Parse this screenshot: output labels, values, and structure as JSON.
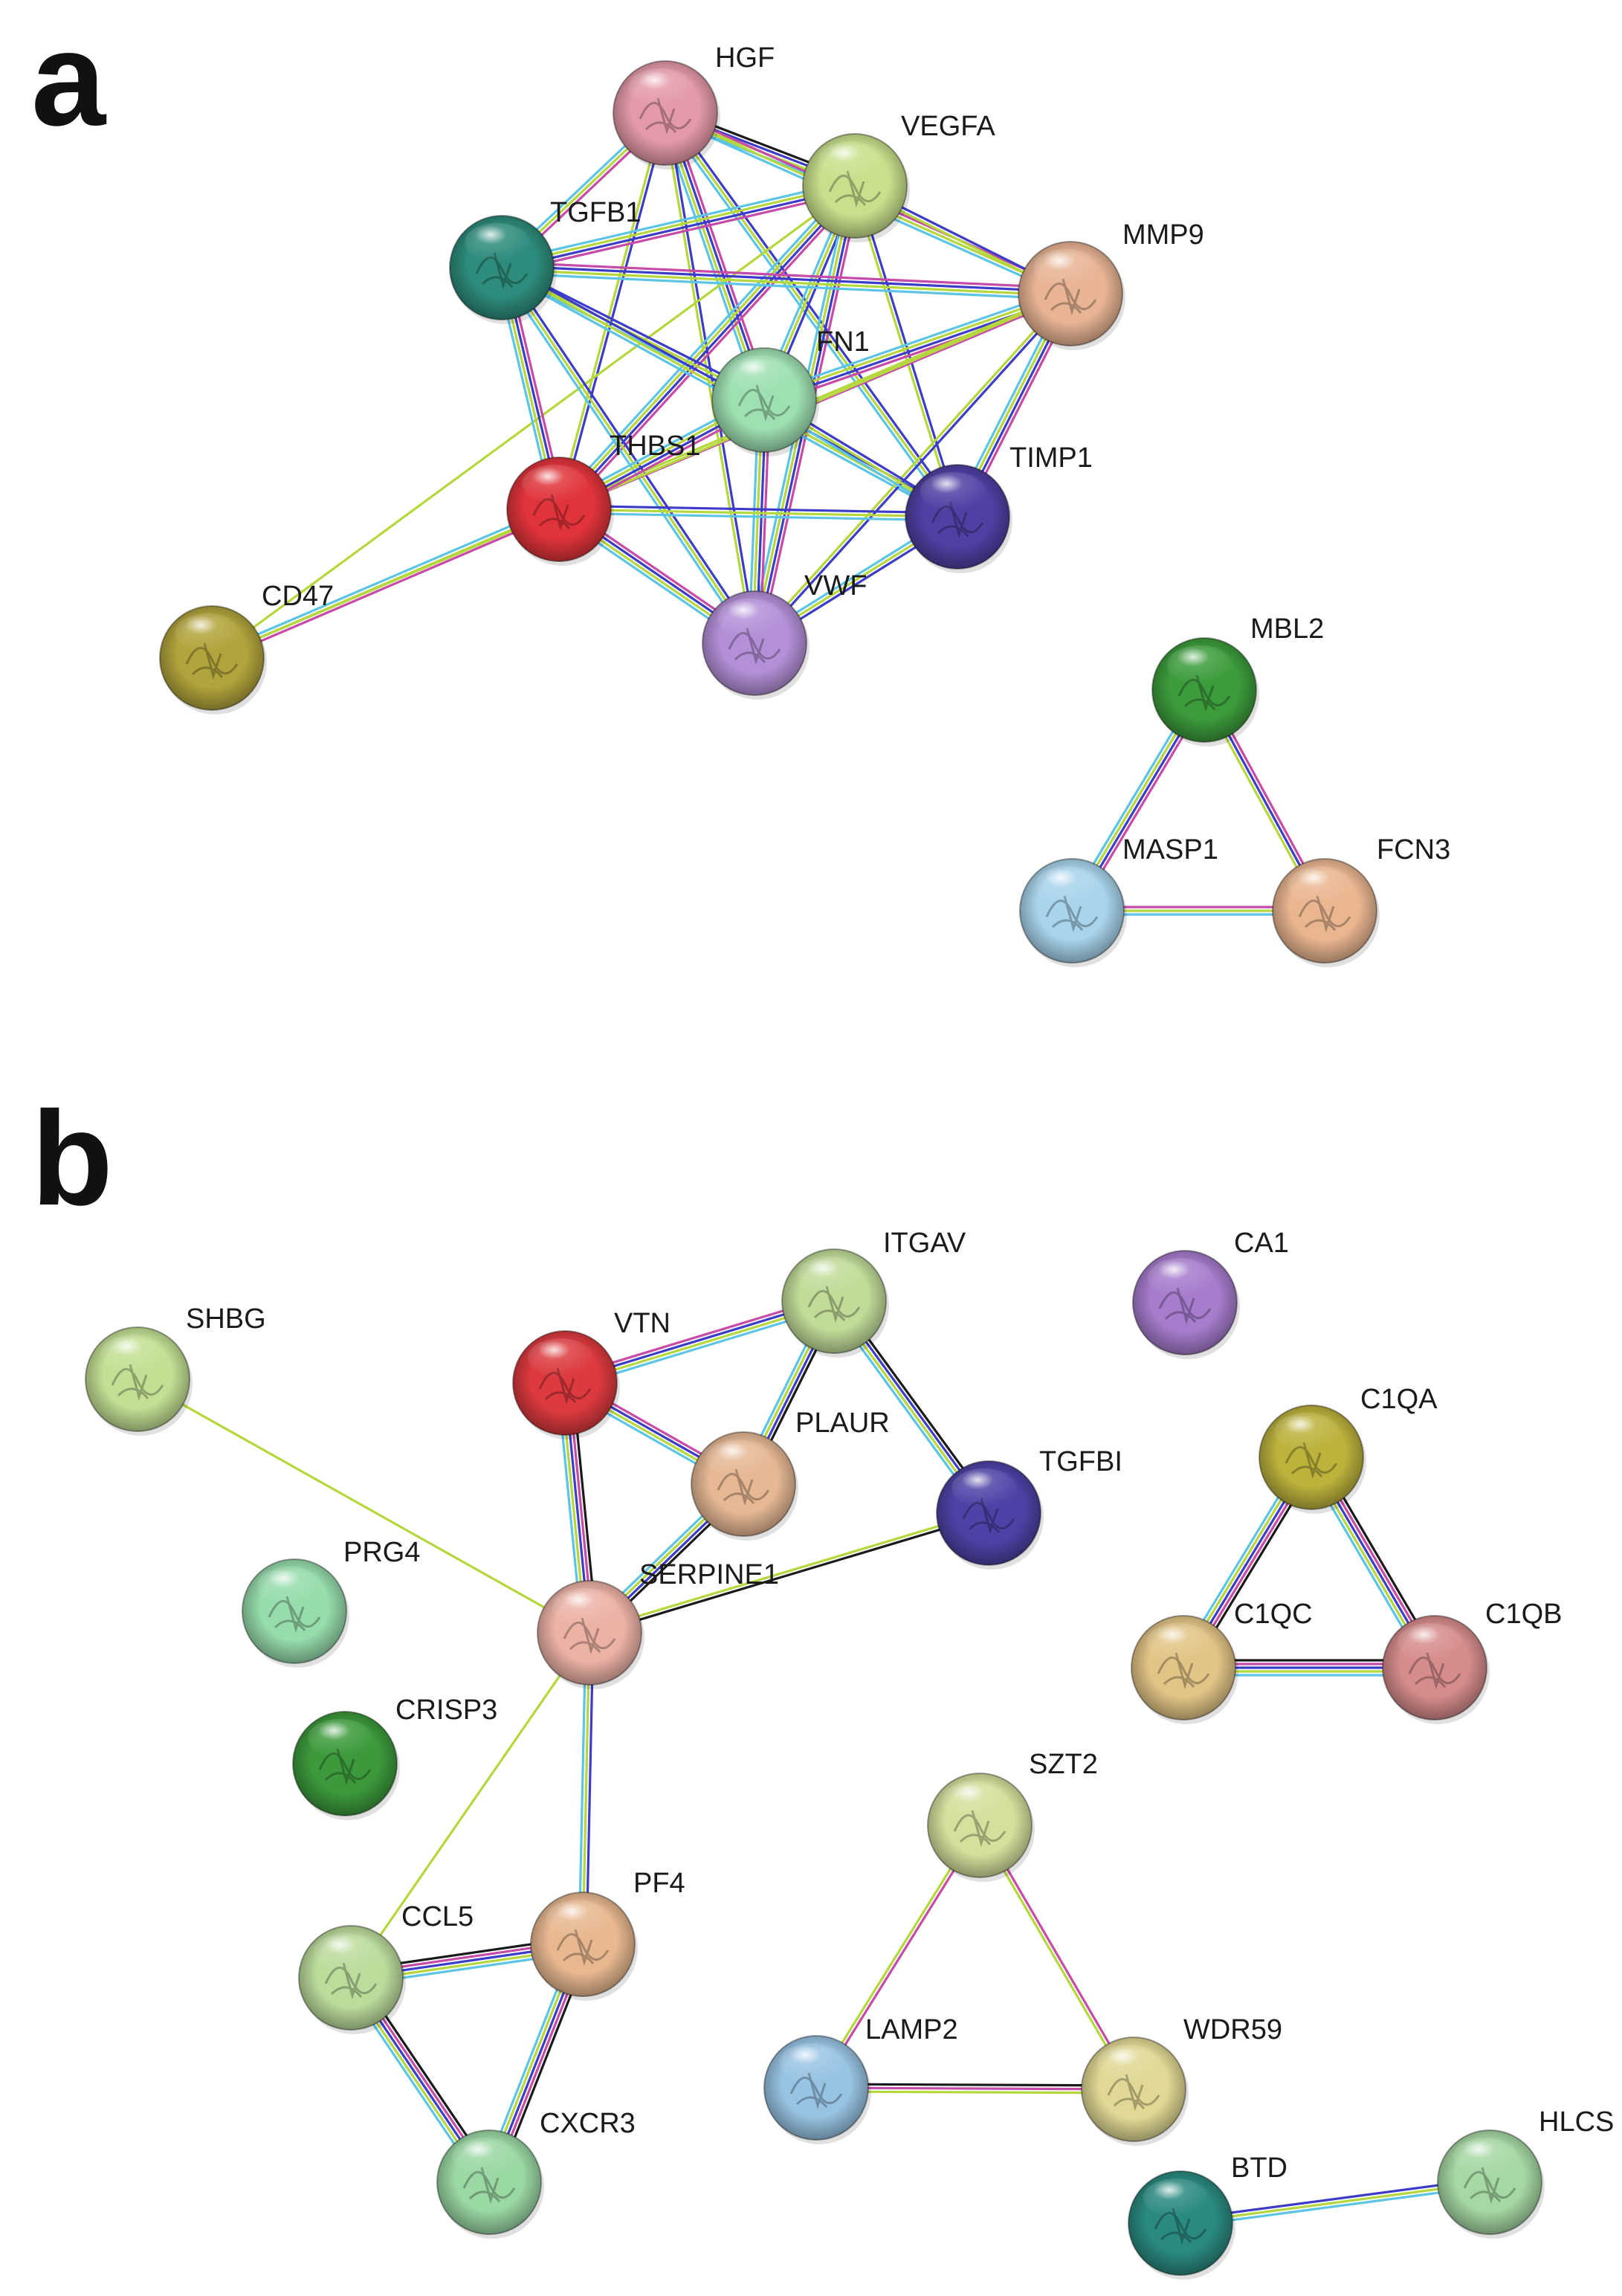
{
  "panels": [
    {
      "letter": "a",
      "nodes": [
        {
          "id": "HGF",
          "label": "HGF",
          "color": "#e49aa8"
        },
        {
          "id": "VEGFA",
          "label": "VEGFA",
          "color": "#c8e08c"
        },
        {
          "id": "TGFB1",
          "label": "TGFB1",
          "color": "#2d8c7c"
        },
        {
          "id": "MMP9",
          "label": "MMP9",
          "color": "#e8b494"
        },
        {
          "id": "FN1",
          "label": "FN1",
          "color": "#9ee0b2"
        },
        {
          "id": "THBS1",
          "label": "THBS1",
          "color": "#e0343a"
        },
        {
          "id": "TIMP1",
          "label": "TIMP1",
          "color": "#5040a4"
        },
        {
          "id": "CD47",
          "label": "CD47",
          "color": "#b2a43c"
        },
        {
          "id": "VWF",
          "label": "VWF",
          "color": "#b490d8"
        },
        {
          "id": "MBL2",
          "label": "MBL2",
          "color": "#3c9c3c"
        },
        {
          "id": "MASP1",
          "label": "MASP1",
          "color": "#a8d4ec"
        },
        {
          "id": "FCN3",
          "label": "FCN3",
          "color": "#eab690"
        }
      ],
      "edges": [
        {
          "a": "HGF",
          "b": "VEGFA",
          "kinds": [
            "known",
            "coexpression",
            "textmining",
            "database"
          ]
        },
        {
          "a": "HGF",
          "b": "TGFB1",
          "kinds": [
            "experiment",
            "database",
            "textmining"
          ]
        },
        {
          "a": "HGF",
          "b": "MMP9",
          "kinds": [
            "experiment",
            "textmining",
            "database"
          ]
        },
        {
          "a": "HGF",
          "b": "FN1",
          "kinds": [
            "experiment",
            "coexpression",
            "textmining",
            "database"
          ]
        },
        {
          "a": "HGF",
          "b": "THBS1",
          "kinds": [
            "coexpression",
            "textmining"
          ]
        },
        {
          "a": "HGF",
          "b": "TIMP1",
          "kinds": [
            "coexpression",
            "textmining",
            "database"
          ]
        },
        {
          "a": "HGF",
          "b": "VWF",
          "kinds": [
            "coexpression",
            "textmining"
          ]
        },
        {
          "a": "VEGFA",
          "b": "TGFB1",
          "kinds": [
            "experiment",
            "coexpression",
            "textmining",
            "database"
          ]
        },
        {
          "a": "VEGFA",
          "b": "MMP9",
          "kinds": [
            "coexpression",
            "textmining"
          ]
        },
        {
          "a": "VEGFA",
          "b": "FN1",
          "kinds": [
            "coexpression",
            "textmining",
            "database"
          ]
        },
        {
          "a": "VEGFA",
          "b": "THBS1",
          "kinds": [
            "experiment",
            "coexpression",
            "textmining",
            "database"
          ]
        },
        {
          "a": "VEGFA",
          "b": "TIMP1",
          "kinds": [
            "coexpression",
            "textmining"
          ]
        },
        {
          "a": "VEGFA",
          "b": "VWF",
          "kinds": [
            "experiment",
            "coexpression",
            "textmining",
            "database"
          ]
        },
        {
          "a": "VEGFA",
          "b": "CD47",
          "kinds": [
            "textmining"
          ]
        },
        {
          "a": "TGFB1",
          "b": "MMP9",
          "kinds": [
            "experiment",
            "coexpression",
            "textmining",
            "database"
          ]
        },
        {
          "a": "TGFB1",
          "b": "FN1",
          "kinds": [
            "coexpression",
            "textmining",
            "database"
          ]
        },
        {
          "a": "TGFB1",
          "b": "THBS1",
          "kinds": [
            "experiment",
            "coexpression",
            "textmining",
            "database"
          ]
        },
        {
          "a": "TGFB1",
          "b": "TIMP1",
          "kinds": [
            "coexpression",
            "textmining",
            "database"
          ]
        },
        {
          "a": "TGFB1",
          "b": "VWF",
          "kinds": [
            "coexpression",
            "textmining",
            "database"
          ]
        },
        {
          "a": "MMP9",
          "b": "FN1",
          "kinds": [
            "experiment",
            "coexpression",
            "textmining",
            "database"
          ]
        },
        {
          "a": "MMP9",
          "b": "THBS1",
          "kinds": [
            "experiment",
            "textmining"
          ]
        },
        {
          "a": "MMP9",
          "b": "TIMP1",
          "kinds": [
            "experiment",
            "coexpression",
            "textmining",
            "database"
          ]
        },
        {
          "a": "MMP9",
          "b": "VWF",
          "kinds": [
            "coexpression",
            "textmining"
          ]
        },
        {
          "a": "MMP9",
          "b": "CD47",
          "kinds": [
            "textmining"
          ]
        },
        {
          "a": "FN1",
          "b": "THBS1",
          "kinds": [
            "experiment",
            "coexpression",
            "textmining",
            "database"
          ]
        },
        {
          "a": "FN1",
          "b": "TIMP1",
          "kinds": [
            "coexpression",
            "textmining",
            "database"
          ]
        },
        {
          "a": "FN1",
          "b": "VWF",
          "kinds": [
            "experiment",
            "coexpression",
            "textmining",
            "database"
          ]
        },
        {
          "a": "THBS1",
          "b": "TIMP1",
          "kinds": [
            "coexpression",
            "textmining",
            "database"
          ]
        },
        {
          "a": "THBS1",
          "b": "VWF",
          "kinds": [
            "experiment",
            "coexpression",
            "textmining",
            "database"
          ]
        },
        {
          "a": "THBS1",
          "b": "CD47",
          "kinds": [
            "experiment",
            "textmining",
            "database"
          ]
        },
        {
          "a": "TIMP1",
          "b": "VWF",
          "kinds": [
            "coexpression",
            "textmining",
            "database"
          ]
        },
        {
          "a": "MBL2",
          "b": "MASP1",
          "kinds": [
            "experiment",
            "coexpression",
            "textmining",
            "database"
          ]
        },
        {
          "a": "MBL2",
          "b": "FCN3",
          "kinds": [
            "experiment",
            "coexpression",
            "textmining"
          ]
        },
        {
          "a": "MASP1",
          "b": "FCN3",
          "kinds": [
            "experiment",
            "textmining",
            "database"
          ]
        }
      ]
    },
    {
      "letter": "b",
      "nodes": [
        {
          "id": "ITGAV",
          "label": "ITGAV",
          "color": "#c0dc98"
        },
        {
          "id": "CA1",
          "label": "CA1",
          "color": "#a67ccc"
        },
        {
          "id": "SHBG",
          "label": "SHBG",
          "color": "#c2e094"
        },
        {
          "id": "VTN",
          "label": "VTN",
          "color": "#dc3a3e"
        },
        {
          "id": "PLAUR",
          "label": "PLAUR",
          "color": "#e6b894"
        },
        {
          "id": "TGFBI",
          "label": "TGFBI",
          "color": "#4e42a6"
        },
        {
          "id": "C1QA",
          "label": "C1QA",
          "color": "#bcb23c"
        },
        {
          "id": "PRG4",
          "label": "PRG4",
          "color": "#96dcac"
        },
        {
          "id": "SERPINE1",
          "label": "SERPINE1",
          "color": "#ecb2a6"
        },
        {
          "id": "C1QC",
          "label": "C1QC",
          "color": "#e2c486"
        },
        {
          "id": "C1QB",
          "label": "C1QB",
          "color": "#d68c8c"
        },
        {
          "id": "CRISP3",
          "label": "CRISP3",
          "color": "#3c9a3c"
        },
        {
          "id": "SZT2",
          "label": "SZT2",
          "color": "#d4e09c"
        },
        {
          "id": "PF4",
          "label": "PF4",
          "color": "#e8b890"
        },
        {
          "id": "CCL5",
          "label": "CCL5",
          "color": "#bcdc9c"
        },
        {
          "id": "LAMP2",
          "label": "LAMP2",
          "color": "#98c4e4"
        },
        {
          "id": "WDR59",
          "label": "WDR59",
          "color": "#e0d894"
        },
        {
          "id": "CXCR3",
          "label": "CXCR3",
          "color": "#9ad8a4"
        },
        {
          "id": "HLCS",
          "label": "HLCS",
          "color": "#a6d8a4"
        },
        {
          "id": "BTD",
          "label": "BTD",
          "color": "#2a8a80"
        }
      ],
      "edges": [
        {
          "a": "VTN",
          "b": "ITGAV",
          "kinds": [
            "experiment",
            "coexpression",
            "textmining",
            "database"
          ]
        },
        {
          "a": "VTN",
          "b": "PLAUR",
          "kinds": [
            "experiment",
            "coexpression",
            "textmining",
            "database"
          ]
        },
        {
          "a": "VTN",
          "b": "SERPINE1",
          "kinds": [
            "known",
            "experiment",
            "coexpression",
            "textmining",
            "database"
          ]
        },
        {
          "a": "ITGAV",
          "b": "PLAUR",
          "kinds": [
            "known",
            "coexpression",
            "textmining",
            "database"
          ]
        },
        {
          "a": "ITGAV",
          "b": "TGFBI",
          "kinds": [
            "known",
            "coexpression",
            "textmining",
            "database"
          ]
        },
        {
          "a": "PLAUR",
          "b": "SERPINE1",
          "kinds": [
            "known",
            "coexpression",
            "textmining",
            "database"
          ]
        },
        {
          "a": "TGFBI",
          "b": "SERPINE1",
          "kinds": [
            "known",
            "textmining"
          ]
        },
        {
          "a": "SHBG",
          "b": "SERPINE1",
          "kinds": [
            "textmining"
          ]
        },
        {
          "a": "SERPINE1",
          "b": "PF4",
          "kinds": [
            "coexpression",
            "textmining",
            "database"
          ]
        },
        {
          "a": "SERPINE1",
          "b": "CCL5",
          "kinds": [
            "textmining"
          ]
        },
        {
          "a": "C1QA",
          "b": "C1QC",
          "kinds": [
            "known",
            "experiment",
            "coexpression",
            "textmining",
            "database"
          ]
        },
        {
          "a": "C1QA",
          "b": "C1QB",
          "kinds": [
            "known",
            "experiment",
            "coexpression",
            "textmining",
            "database"
          ]
        },
        {
          "a": "C1QC",
          "b": "C1QB",
          "kinds": [
            "known",
            "experiment",
            "coexpression",
            "textmining",
            "database"
          ]
        },
        {
          "a": "CCL5",
          "b": "PF4",
          "kinds": [
            "known",
            "experiment",
            "coexpression",
            "textmining",
            "database"
          ]
        },
        {
          "a": "CCL5",
          "b": "CXCR3",
          "kinds": [
            "known",
            "experiment",
            "coexpression",
            "textmining",
            "database"
          ]
        },
        {
          "a": "PF4",
          "b": "CXCR3",
          "kinds": [
            "known",
            "experiment",
            "coexpression",
            "textmining",
            "database"
          ]
        },
        {
          "a": "SZT2",
          "b": "LAMP2",
          "kinds": [
            "experiment",
            "textmining"
          ]
        },
        {
          "a": "SZT2",
          "b": "WDR59",
          "kinds": [
            "experiment",
            "textmining"
          ]
        },
        {
          "a": "LAMP2",
          "b": "WDR59",
          "kinds": [
            "known",
            "experiment",
            "textmining"
          ]
        },
        {
          "a": "BTD",
          "b": "HLCS",
          "kinds": [
            "coexpression",
            "textmining",
            "database"
          ]
        }
      ]
    }
  ],
  "edge_colors": {
    "known": "#1a1a1a",
    "experiment": "#c84aa8",
    "coexpression": "#3c3cc8",
    "textmining": "#b4d83c",
    "database": "#5cc4e4"
  }
}
